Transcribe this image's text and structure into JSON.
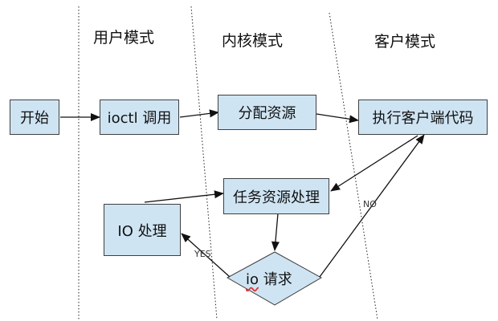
{
  "lanes": {
    "user_mode": "用户模式",
    "kernel_mode": "内核模式",
    "client_mode": "客户模式"
  },
  "nodes": {
    "start": "开始",
    "ioctl_call": "ioctl 调用",
    "allocate_resources": "分配资源",
    "execute_client_code": "执行客户端代码",
    "task_resource_processing": "任务资源处理",
    "io_processing": "IO 处理",
    "io_request_prefix": "io",
    "io_request_suffix": " 请求"
  },
  "edges": {
    "yes": "YES",
    "no": "NO"
  },
  "colors": {
    "box_fill": "#cfe4f3",
    "box_border": "#3f3f3f",
    "line": "#111111"
  }
}
